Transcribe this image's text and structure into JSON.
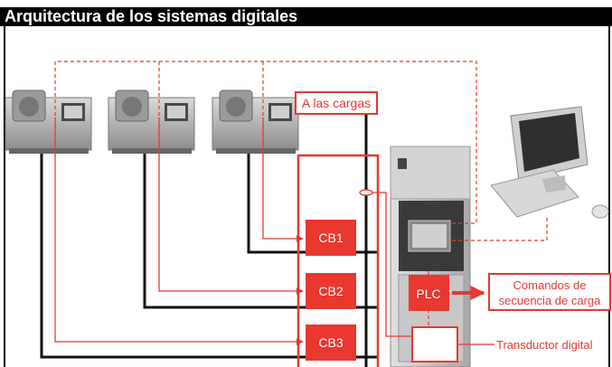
{
  "title": "Arquitectura de los sistemas digitales",
  "labels": {
    "loads": "A las cargas",
    "cb1": "CB1",
    "cb2": "CB2",
    "cb3": "CB3",
    "plc": "PLC",
    "load_commands_line1": "Comandos de",
    "load_commands_line2": "secuencia de carga",
    "digital_transducer": "Transductor digital"
  },
  "colors": {
    "accent": "#e8382f",
    "power_line": "#111111",
    "equipment_gray": "#b5b5b5"
  },
  "icons": [
    "generator-icon",
    "switchgear-cabinet-icon",
    "computer-icon"
  ]
}
